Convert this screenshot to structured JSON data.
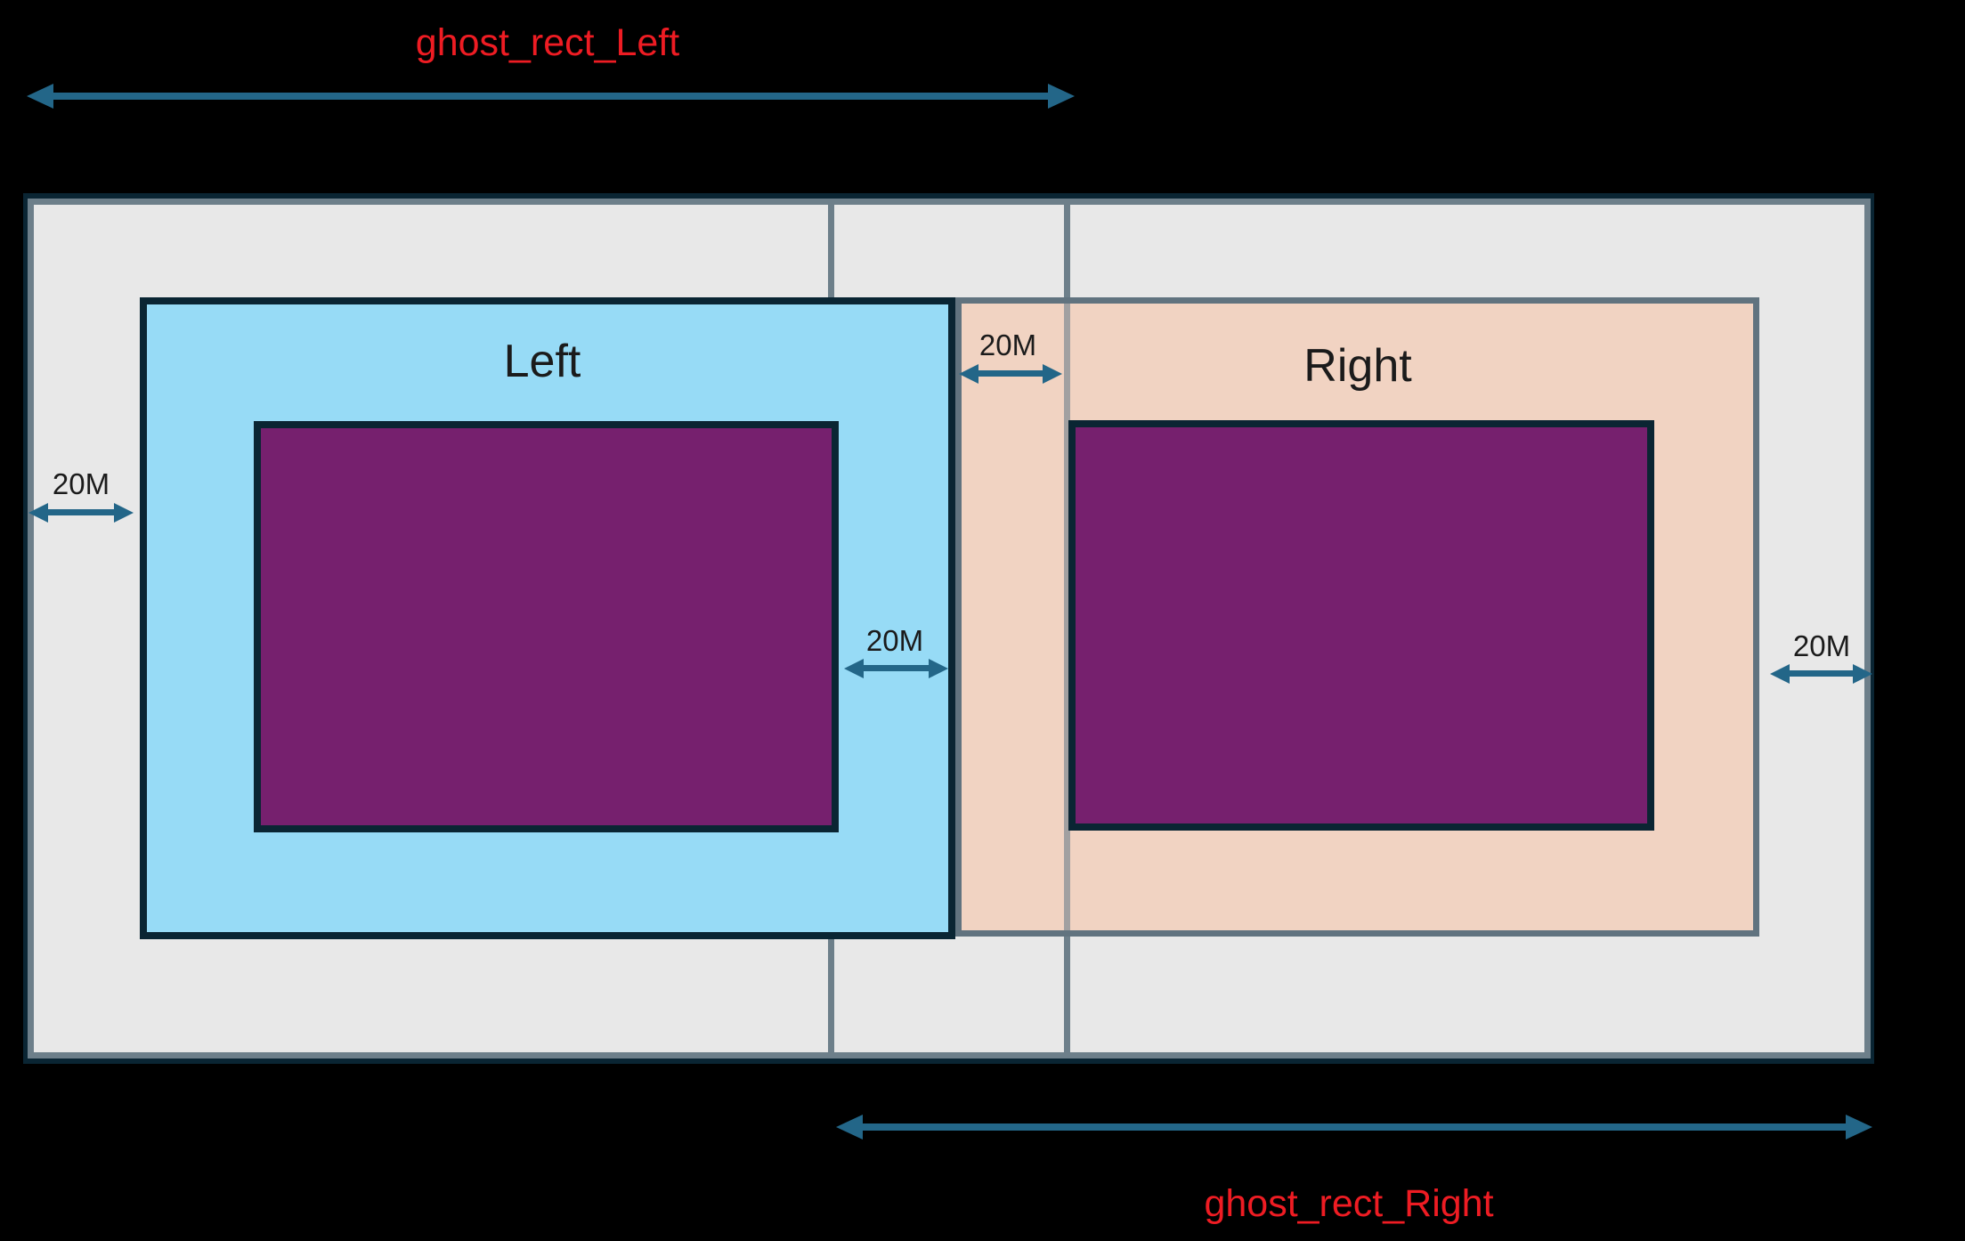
{
  "diagram": {
    "top_annotation": {
      "label": "ghost_rect_Left"
    },
    "bottom_annotation": {
      "label": "ghost_rect_Right"
    },
    "left_rect": {
      "label": "Left"
    },
    "right_rect": {
      "label": "Right"
    },
    "margin_annotations": {
      "outer_left": {
        "label": "20M"
      },
      "overlap_top": {
        "label": "20M"
      },
      "left_inner": {
        "label": "20M"
      },
      "outer_right": {
        "label": "20M"
      }
    },
    "colors": {
      "canvas_bg": "#000000",
      "ghost_fill": "#e8e8e8",
      "dark_border": "#0a2533",
      "ghost_edge": "#6d7f8a",
      "left_rect_fill": "#97dbf6",
      "right_rect_fill": "#f1d3c2",
      "right_rect_border": "#61737f",
      "inner_rect_fill": "#76206e",
      "arrow_color": "#236688",
      "annotation_red": "#ee1c23",
      "text_black": "#1b1b1b"
    }
  }
}
